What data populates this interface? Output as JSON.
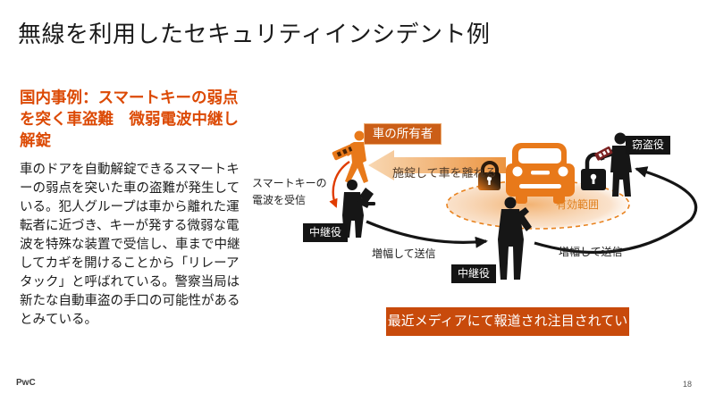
{
  "slide": {
    "title": "無線を利用したセキュリティインシデント例",
    "footer": {
      "logo": "PwC",
      "page_number": "18"
    }
  },
  "left_panel": {
    "heading": "国内事例：スマートキーの弱点を突く車盗難　微弱電波中継し解錠",
    "body": "車のドアを自動解錠できるスマートキーの弱点を突いた車の盗難が発生している。犯人グループは車から離れた運転者に近づき、キーが発する微弱な電波を特殊な装置で受信し、車まで中継してカギを開けることから「リレーアタック」と呼ばれている。警察当局は新たな自動車盗の手口の可能性があるとみている。"
  },
  "diagram": {
    "owner_label": "車の所有者",
    "lock_leave_label": "施錠して車を離れる",
    "smartkey_note_line1": "スマートキーの",
    "smartkey_note_line2": "電波を受信",
    "relay1_label": "中継役",
    "relay2_label": "中継役",
    "thief_label": "窃盗役",
    "range_label": "有効範囲",
    "amplify1_label": "増幅して送信",
    "amplify2_label": "増幅して送信",
    "banner": "最近メディアにて報道され注目されている"
  },
  "colors": {
    "accent_orange": "#DC4A05",
    "illustration_orange": "#E8791A",
    "banner_orange": "#C84A0B",
    "owner_label_orange": "#CB5E17",
    "arrow_red": "#E03C00",
    "silhouette_black": "#151515"
  }
}
